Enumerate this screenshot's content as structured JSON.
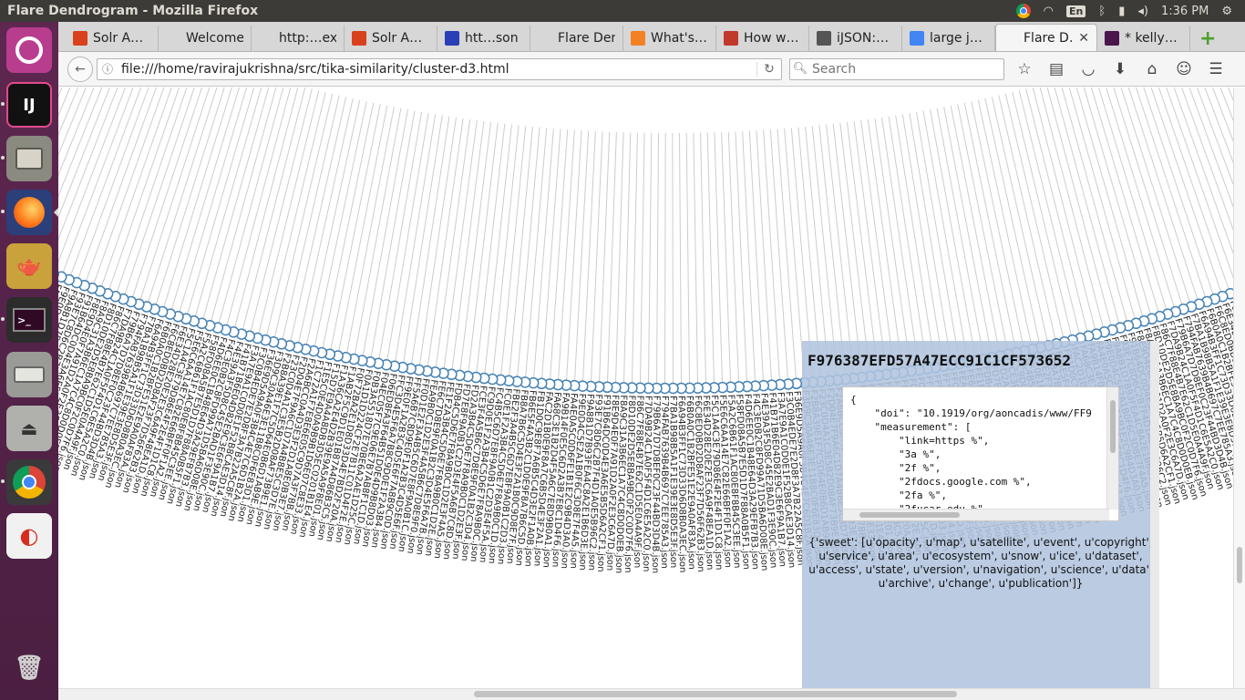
{
  "window": {
    "title": "Flare Dendrogram - Mozilla Firefox"
  },
  "system_tray": {
    "keyboard_layout": "En",
    "time": "1:36 PM"
  },
  "tabs": [
    {
      "label": "Solr A…",
      "icon": "solr-icon",
      "color": "#d9411e"
    },
    {
      "label": "Welcome …",
      "icon": "blank-page-icon",
      "color": ""
    },
    {
      "label": "http:…exas",
      "icon": "blank-page-icon",
      "color": ""
    },
    {
      "label": "Solr A…",
      "icon": "solr-icon",
      "color": "#d9411e"
    },
    {
      "label": "htt…son",
      "icon": "parser-icon",
      "color": "#2a3fb5"
    },
    {
      "label": "Flare Den…",
      "icon": "blank-page-icon",
      "color": ""
    },
    {
      "label": "What's…",
      "icon": "stackoverflow-icon",
      "color": "#f48024"
    },
    {
      "label": "How w…",
      "icon": "bug-icon",
      "color": "#c0392b"
    },
    {
      "label": "iJSON:…",
      "icon": "ijson-icon",
      "color": "#555555"
    },
    {
      "label": "large j…",
      "icon": "google-icon",
      "color": "#4285f4"
    },
    {
      "label": "Flare D…",
      "icon": "blank-page-icon",
      "color": "",
      "active": true
    },
    {
      "label": "* kelly…",
      "icon": "slack-icon",
      "color": "#4a154b"
    }
  ],
  "navbar": {
    "url": "file:///home/ravirajukrishna/src/tika-similarity/cluster-d3.html",
    "search_placeholder": "Search"
  },
  "tooltip": {
    "title": "F976387EFD57A47ECC91C1CF573652",
    "json_text": "{\n    \"doi\": \"10.1919/org/aoncadis/www/FF9\n    \"measurement\": [\n        \"link=https %\",\n        \"3a %\",\n        \"2f %\",\n        \"2fdocs.google.com %\",\n        \"2fa %\",\n        \"2fucar.edu %\",",
    "tags_text": "{'sweet': [u'opacity', u'map', u'satellite', u'event', u'copyright', u'service', u'area', u'ecosystem', u'snow', u'ice', u'dataset', u'access', u'state', u'version', u'navigation', u'science', u'data', u'archive', u'change', u'publication']}"
  },
  "dendrogram": {
    "node_color": "#4682b4",
    "leaf_labels": [
      "F06ED8FA3F64B51D0E4D9B8D03.json",
      "F04EC05F7C9E06E7B7AB8F1C1D.json",
      "F0B3A5518D7E70BE6A2AE1D25C.json",
      "F0A1D1D224CF2E7B11C01D4F2E.json",
      "F0F72BA2E1D8D33D4E7BD2F20A.json",
      "F1AB2F5C9D1E01B87A4D86B3C5.json",
      "F1A36CA2E4D2B39E9A5A9F8E01.json",
      "F15D7E9A4A8DB3D5EC0201B1E4.json",
      "F1E5C0E4D0A9B9B1D6E07C8E33.json",
      "F1C72A1F7E8E6E05C9D7A3F7BB.json",
      "F2A6BCC0A4D3E3F2D1A8E0B3E7.json",
      "F2D04E7F9A6C1D7A4B8E5C3D7E.json",
      "F23C0D4A1C3E5B2D08AF73B9E1.json",
      "F2B8A39E1F7C5D64E0B6D1AB9E.json",
      "F3D9C30A46E3E11B8C0F6E83D1.json",
      "F36E9D5A9A0F3B4C4E7C6D1B2A.json",
      "F3C0B4EDE7E2D8F3A7B22A5C8F.json",
      "F3A7E9A1C0D0E1F52B8CAE3D14.json",
      "F41B71B6E04D82E9C3E6F9A1B7.json",
      "F4E39A3F5D8C45E2BAD1F3E90C.json",
      "F4C3E0B2C8FD99A71D5BA6D08E.json",
      "F4D6EE0C1B48E64D3A29EFB7B3.json",
      "F58FD08A5B7E5D1D7F88A0B5F1.json",
      "F5A2C6B61F1AC80E8F8B45C3EE.json",
      "F5E6C6AA14E7C82E66BFF0F1A2.json",
      "F5C1A4C3E79D86E4F2E4F1D1C8.json",
      "F6E34D28E20E2E3C6A9F48EA1D.json",
      "F6C8ED0BD2D8AF23F7D56F62B3.json",
      "F6B0A0C1B2BFE51E2E9A0AF83A.json",
      "F6A94B3FF1C73D33D6D8B0A3EC.json",
      "F7BA1B98B5A1F1E39E3E8D5E3F.json",
      "F794FAB7639B4B697C7EE785A3.json",
      "F79B6A7D7D8EF0C23F44BD3D4B.json",
      "F7DA9B24C1A0F5F4D1C6E5A2C0.json",
      "F86C7F88E4B7E62C1D5E0A4A9F.json",
      "F8D10DE2D5E8BA9BC0F2C0D7F6.json",
      "F8A9C31A3B6EC1A7C4C8D0D0EB.json",
      "F8E9D4E0F7A91D2A0F2E3C6A7D.json",
      "F91B64DC0D4E3A6E5B5D6A2CF1.json",
      "F93E7C8D6C2B7F4D1A0E5B96C2.json",
      "F9A8B1D7B93FEA4C8A2E1B6D3E.json",
      "F9E0D4C5E2A1B0F6C3D8E7F4A5.json",
      "FA4E0A5C0D6FE1B1E2C9B4D3A0.json",
      "FA9B14F0E5C6D2A3B7E8C1D4F6.json",
      "FA68C3E1B2D4F5A6C7E8D9B0A1.json",
      "FAC2D1B0E9F8A7C6B5D4E3F2A1.json",
      "FB1D0C9E8F7A6B5C4D3E2F1A0B.json",
      "FB6E5F4A3B2C1D0E9F8A7B6C5D.json",
      "FB8A7B6C5D4E3F2A1B0C9D8E7F.json",
      "FBE2F3A4B5C6D7E8F9A0B1C2D3.json",
      "FC0E1F2A3B4C5D6E7F8A9B0C1D.json",
      "FC4B5C6D7E8F9A0B1C2D3E4F5A.json",
      "FC9D0E1F2A3B4C5D6E7F8A9B0C.json",
      "FCE3F4A5B6C7D8E9F0A1B2C3D4.json",
      "FD2A3B4C5D6E7F8A9B0C1D2E3F.json",
      "FD7E8F9A0B1C2D3E4F5A6B7C8D.json",
      "FDB4C5D6E7F8A9B0C1D2E3F4A5.json",
      "FE1F2A3B4C5D6E7F8A9B0C1D2E.json",
      "FE6C7D8E9F0A1B2C3D4E5F6A7B.json",
      "FEA9B0C1D2E3F4A5B6C7D8E9F0.json",
      "FF0D1E2F3A4B5C6D7E8F9A0B1C.json",
      "FF5A6B7C8D9E0F1A2B3C4D5E6F.json",
      "FF9E0F1A2B3C4D5E6F7A8B9C0D.json",
      "FFC3D4E5F6A7B8C9D0E1F2A3B4.json"
    ]
  }
}
